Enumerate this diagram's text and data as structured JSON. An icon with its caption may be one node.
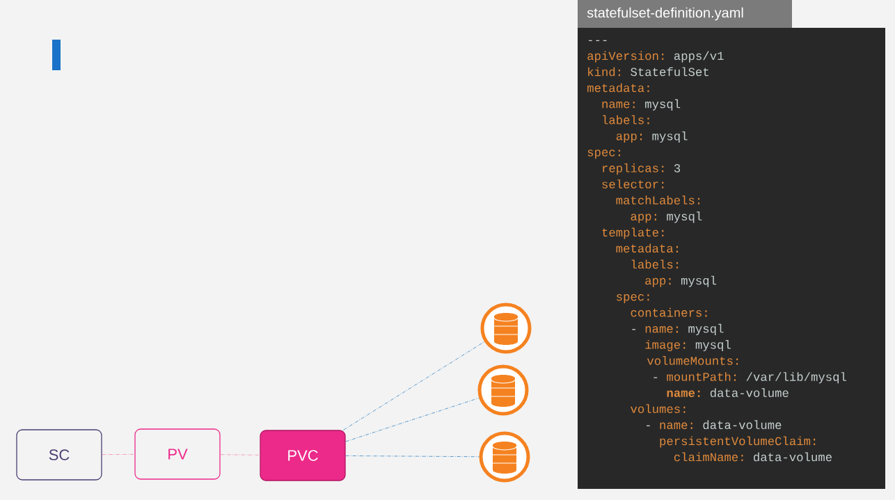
{
  "diagram": {
    "nodes": [
      {
        "text": [
          "SC"
        ]
      },
      {
        "text": [
          "PV"
        ]
      },
      {
        "text": [
          "PVC"
        ]
      },
      {
        "text": [],
        "shape": "cylinder"
      },
      {
        "text": [],
        "shape": "cylinder"
      },
      {
        "text": [],
        "shape": "cylinder"
      }
    ],
    "edges": [
      {
        "from": 0,
        "to": 1,
        "arrow": "none",
        "style": "dashed",
        "color": "#f490bb"
      },
      {
        "from": 1,
        "to": 2,
        "arrow": "none",
        "style": "dashed",
        "color": "#f490bb"
      },
      {
        "from": 2,
        "to": 3,
        "arrow": "none",
        "style": "dashed"
      },
      {
        "from": 2,
        "to": 4,
        "arrow": "none",
        "style": "dashed"
      },
      {
        "from": 2,
        "to": 5,
        "arrow": "none",
        "style": "dashed"
      }
    ],
    "labels": [
      "statefulset-definition.yaml",
      "---",
      "apiVersion:",
      "apps/v1",
      "kind:",
      "StatefulSet",
      "metadata:",
      "name:",
      "mysql",
      "labels:",
      "app:",
      "mysql",
      "spec:",
      "replicas:",
      "3",
      "selector:",
      "matchLabels:",
      "app:",
      "mysql",
      "template:",
      "metadata:",
      "labels:",
      "app:",
      "mysql",
      "spec:",
      "containers:",
      "-",
      "name:",
      "mysql",
      "image:",
      "mysql",
      "volumeMounts:",
      "-",
      "mountPath:",
      "/var/lib/mysql",
      "name:",
      "data-volume",
      "volumes:",
      "-",
      "name:",
      "data-volume",
      "persistentVolumeClaim:",
      "claimName:",
      "data-volume"
    ]
  }
}
